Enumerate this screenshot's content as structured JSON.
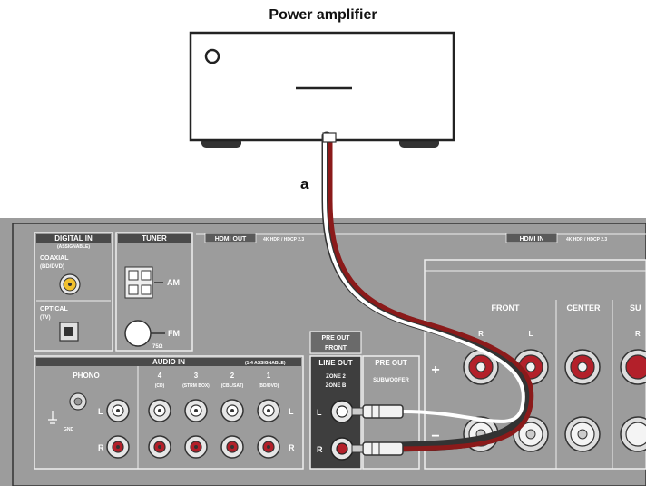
{
  "title": "Power amplifier",
  "cable_label": "a",
  "digital_in": {
    "title": "DIGITAL IN",
    "note": "(ASSIGNABLE)",
    "coaxial": "COAXIAL",
    "coaxial_sub": "(BD/DVD)",
    "optical": "OPTICAL",
    "optical_sub": "(TV)"
  },
  "tuner": {
    "title": "TUNER",
    "am": "AM",
    "fm": "FM",
    "fm_ohm": "75Ω"
  },
  "hdmi_out": {
    "title": "HDMI OUT",
    "spec": "4K HDR / HDCP 2.3"
  },
  "hdmi_in": {
    "title": "HDMI IN",
    "spec": "4K HDR / HDCP 2.3"
  },
  "audio_in": {
    "title": "AUDIO IN",
    "note": "(1-4 ASSIGNABLE)",
    "phono": "PHONO",
    "gnd": "GND",
    "inputs": [
      {
        "num": "4",
        "name": "(CD)"
      },
      {
        "num": "3",
        "name": "(STRM BOX)"
      },
      {
        "num": "2",
        "name": "(CBL/SAT)"
      },
      {
        "num": "1",
        "name": "(BD/DVD)"
      }
    ],
    "left": "L",
    "right": "R"
  },
  "pre_out_front": {
    "title": "PRE OUT",
    "sub": "FRONT"
  },
  "line_out": {
    "title": "LINE OUT",
    "zone2": "ZONE 2",
    "zoneb": "ZONE B",
    "left": "L",
    "right": "R"
  },
  "pre_out_sub": {
    "title": "PRE OUT",
    "sub": "SUBWOOFER"
  },
  "speakers": {
    "front": "FRONT",
    "center": "CENTER",
    "surround_partial": "SU",
    "right": "R",
    "left": "L",
    "plus": "+",
    "minus": "−"
  },
  "colors": {
    "panel": "#9a9a9a",
    "panel_dark": "#5a5a5a",
    "red_wire": "#8b1a1a",
    "red_jack": "#b3202a",
    "gold": "#d4a017"
  }
}
